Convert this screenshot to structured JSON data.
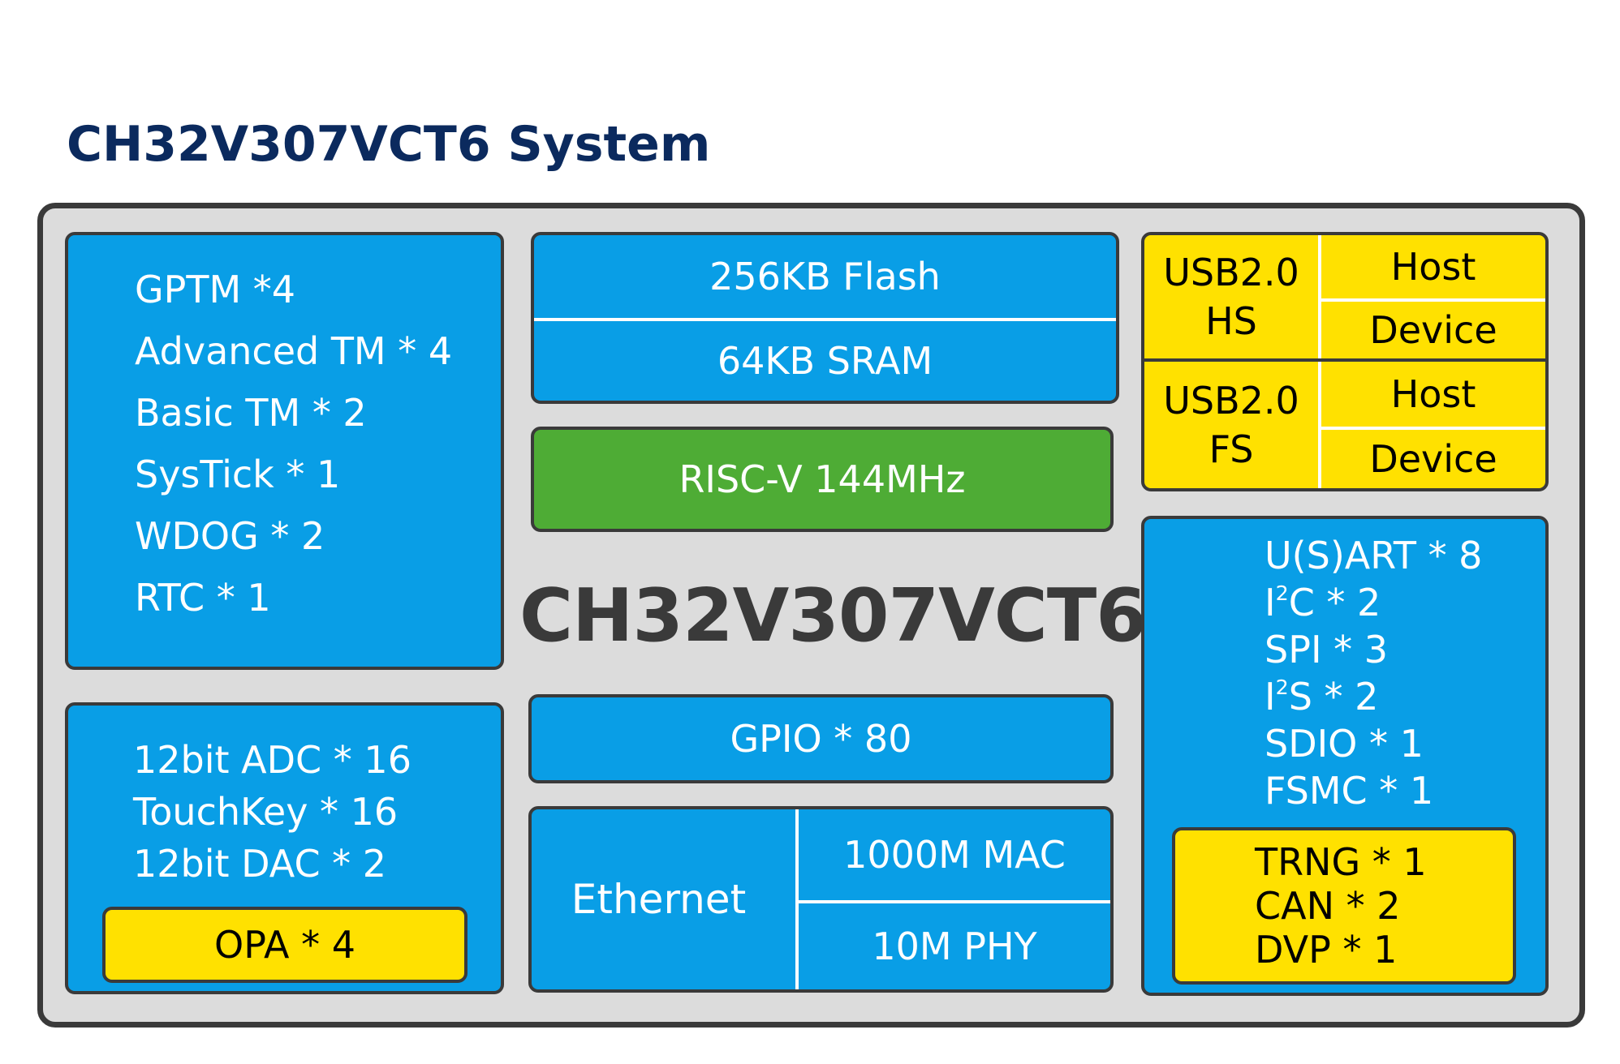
{
  "title": "CH32V307VCT6 System",
  "chip_name": "CH32V307VCT6",
  "colors": {
    "title": "#0b2a5e",
    "blue": "#099ee6",
    "green": "#4eac35",
    "yellow": "#ffe100",
    "frame_bg": "#dcdcdc",
    "border": "#3a3a3a",
    "chip_text": "#3a3a3a"
  },
  "timers": {
    "items": [
      "GPTM *4",
      "Advanced TM * 4",
      "Basic TM * 2",
      "SysTick  * 1",
      "WDOG * 2",
      "RTC * 1"
    ]
  },
  "analog": {
    "items": [
      "12bit ADC * 16",
      "TouchKey * 16",
      "12bit  DAC * 2"
    ],
    "opa": "OPA * 4"
  },
  "memory": {
    "flash": "256KB Flash",
    "sram": "64KB SRAM"
  },
  "core": "RISC-V  144MHz",
  "gpio": "GPIO * 80",
  "ethernet": {
    "label": "Ethernet",
    "mac": "1000M  MAC",
    "phy": "10M  PHY"
  },
  "usb_hs": {
    "line1": "USB2.0",
    "line2": "HS",
    "host": "Host",
    "device": "Device"
  },
  "usb_fs": {
    "line1": "USB2.0",
    "line2": "FS",
    "host": "Host",
    "device": "Device"
  },
  "comm": {
    "usart": "U(S)ART * 8",
    "i2c_letter_i": "I",
    "i2c_sup": "2",
    "i2c_rest": "C * 2",
    "spi": "SPI * 3",
    "i2s_letter_i": "I",
    "i2s_sup": "2",
    "i2s_rest": "S * 2",
    "sdio": "SDIO * 1",
    "fsmc": "FSMC * 1"
  },
  "security": {
    "items": [
      "TRNG * 1",
      "CAN * 2",
      "DVP * 1"
    ]
  }
}
